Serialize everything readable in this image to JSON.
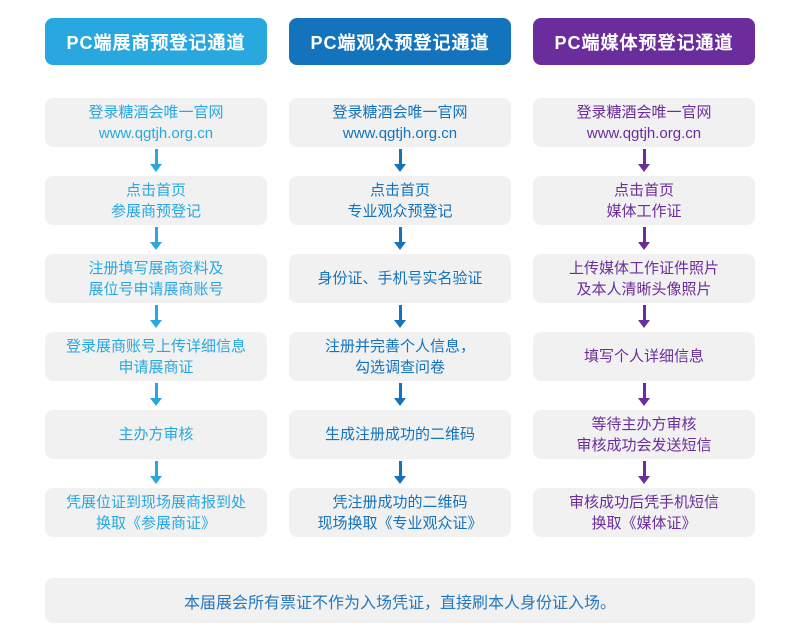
{
  "page": {
    "background": "#ffffff",
    "step_box_background": "#F1F1F2"
  },
  "columns": [
    {
      "id": "exhibitor",
      "accent_color": "#29A8E0",
      "header": "PC端展商预登记通道",
      "steps": [
        "登录糖酒会唯一官网\nwww.qgtjh.org.cn",
        "点击首页\n参展商预登记",
        "注册填写展商资料及\n展位号申请展商账号",
        "登录展商账号上传详细信息\n申请展商证",
        "主办方审核",
        "凭展位证到现场展商报到处\n换取《参展商证》"
      ]
    },
    {
      "id": "visitor",
      "accent_color": "#1473BD",
      "header": "PC端观众预登记通道",
      "steps": [
        "登录糖酒会唯一官网\nwww.qgtjh.org.cn",
        "点击首页\n专业观众预登记",
        "身份证、手机号实名验证",
        "注册并完善个人信息，\n勾选调查问卷",
        "生成注册成功的二维码",
        "凭注册成功的二维码\n现场换取《专业观众证》"
      ]
    },
    {
      "id": "media",
      "accent_color": "#6B2D9B",
      "header": "PC端媒体预登记通道",
      "steps": [
        "登录糖酒会唯一官网\nwww.qgtjh.org.cn",
        "点击首页\n媒体工作证",
        "上传媒体工作证件照片\n及本人清晰头像照片",
        "填写个人详细信息",
        "等待主办方审核\n审核成功会发送短信",
        "审核成功后凭手机短信\n换取《媒体证》"
      ]
    }
  ],
  "notice": {
    "text": "本届展会所有票证不作为入场凭证，直接刷本人身份证入场。",
    "text_color": "#2478BD"
  }
}
